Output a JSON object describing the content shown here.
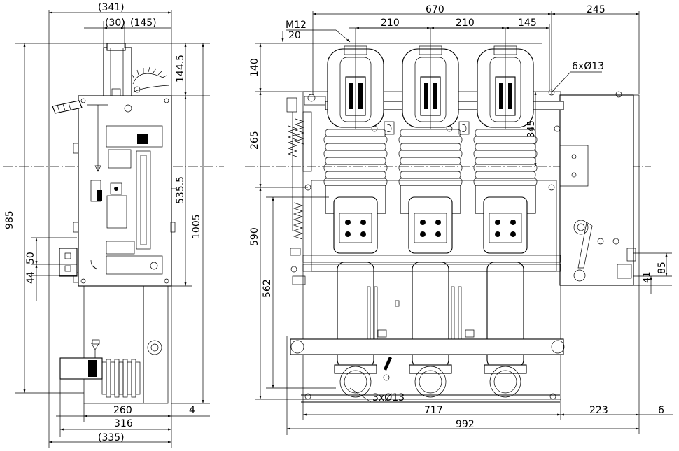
{
  "side_view": {
    "dims": {
      "width_341": "(341)",
      "d30": "(30)",
      "d145": "(145)",
      "h144_5": "144.5",
      "h985": "985",
      "h1005": "1005",
      "h535_5": "535.5",
      "h50": "50",
      "h44": "44",
      "w260": "260",
      "w4": "4",
      "w316": "316",
      "w335": "(335)"
    }
  },
  "front_view": {
    "dims": {
      "m12": "M12",
      "d20": "20",
      "w670": "670",
      "w245": "245",
      "w210a": "210",
      "w210b": "210",
      "w145": "145",
      "holes6": "6xØ13",
      "h140": "140",
      "h265": "265",
      "h345": "345",
      "h590": "590",
      "h562": "562",
      "h85": "85",
      "h41": "41",
      "holes3": "3xØ13",
      "w717": "717",
      "w223": "223",
      "w6": "6",
      "w992": "992"
    }
  }
}
